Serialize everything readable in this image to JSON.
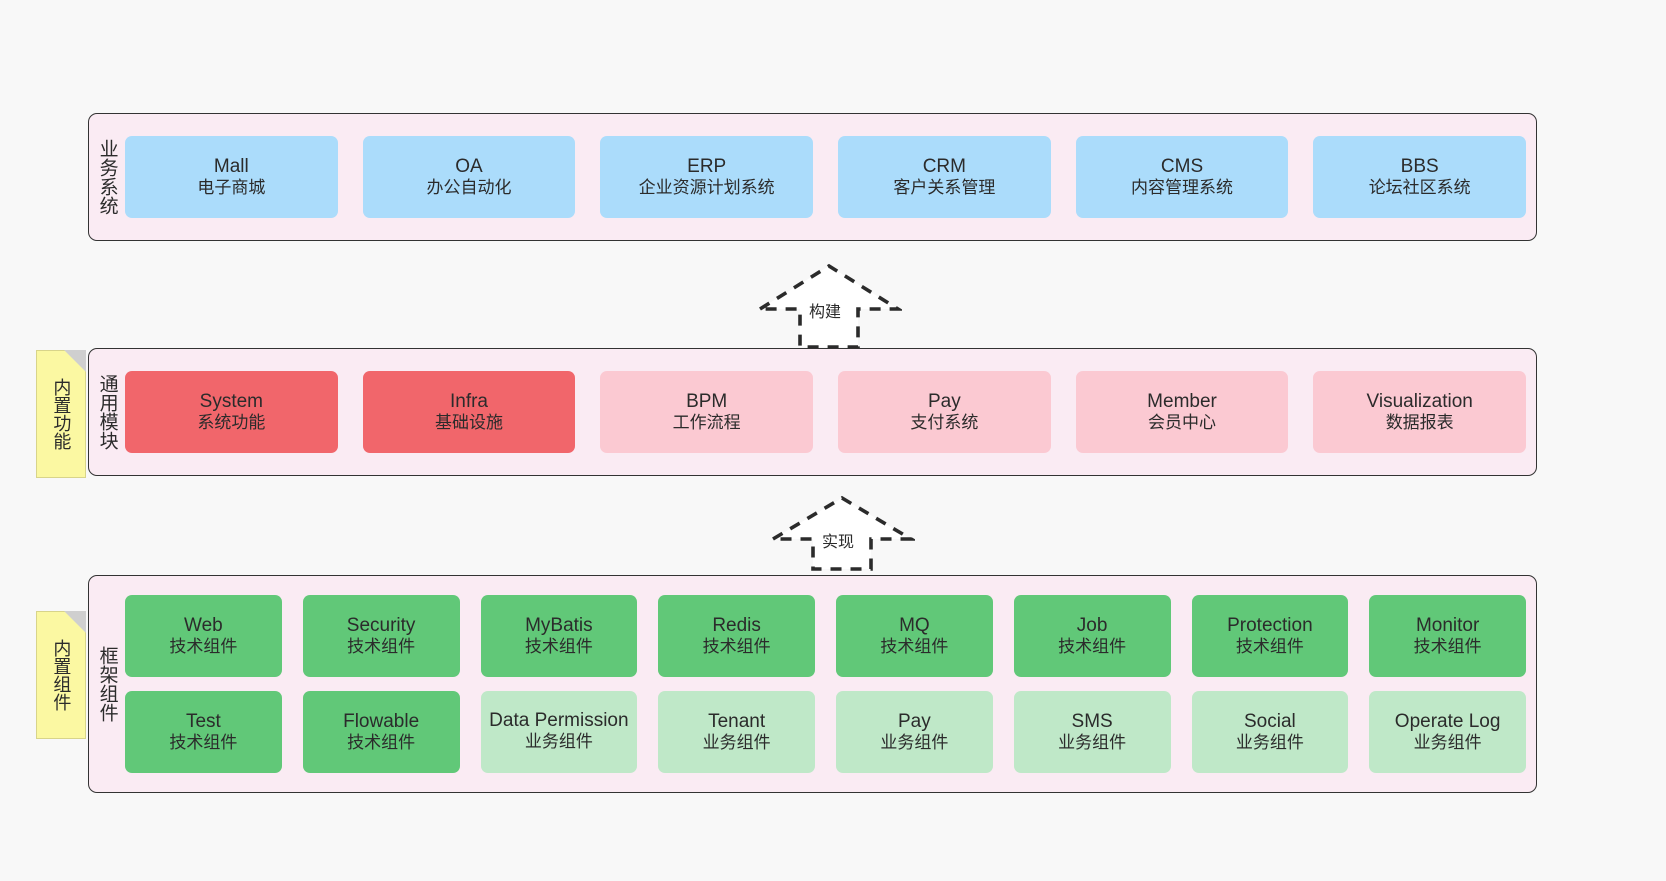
{
  "diagram": {
    "background": "#f8f8f8",
    "panel_bg": "#faebf3",
    "note_bg": "#fbf8a2",
    "colors": {
      "business": "#abdcfb",
      "module_core": "#f1666b",
      "module_optional": "#fbc9d2",
      "tech_component": "#61c878",
      "biz_component": "#bfe8c8"
    }
  },
  "layers": [
    {
      "id": "business-system",
      "title": "业务系统",
      "rows": [
        {
          "boxes": [
            {
              "en": "Mall",
              "cn": "电子商城",
              "style": "blue"
            },
            {
              "en": "OA",
              "cn": "办公自动化",
              "style": "blue"
            },
            {
              "en": "ERP",
              "cn": "企业资源计划系统",
              "style": "blue"
            },
            {
              "en": "CRM",
              "cn": "客户关系管理",
              "style": "blue"
            },
            {
              "en": "CMS",
              "cn": "内容管理系统",
              "style": "blue"
            },
            {
              "en": "BBS",
              "cn": "论坛社区系统",
              "style": "blue"
            }
          ]
        }
      ]
    },
    {
      "id": "common-module",
      "title": "通用模块",
      "note": "内置功能",
      "rows": [
        {
          "boxes": [
            {
              "en": "System",
              "cn": "系统功能",
              "style": "red"
            },
            {
              "en": "Infra",
              "cn": "基础设施",
              "style": "red"
            },
            {
              "en": "BPM",
              "cn": "工作流程",
              "style": "pink"
            },
            {
              "en": "Pay",
              "cn": "支付系统",
              "style": "pink"
            },
            {
              "en": "Member",
              "cn": "会员中心",
              "style": "pink"
            },
            {
              "en": "Visualization",
              "cn": "数据报表",
              "style": "pink"
            }
          ]
        }
      ]
    },
    {
      "id": "framework-component",
      "title": "框架组件",
      "note": "内置组件",
      "rows": [
        {
          "boxes": [
            {
              "en": "Web",
              "cn": "技术组件",
              "style": "green"
            },
            {
              "en": "Security",
              "cn": "技术组件",
              "style": "green"
            },
            {
              "en": "MyBatis",
              "cn": "技术组件",
              "style": "green"
            },
            {
              "en": "Redis",
              "cn": "技术组件",
              "style": "green"
            },
            {
              "en": "MQ",
              "cn": "技术组件",
              "style": "green"
            },
            {
              "en": "Job",
              "cn": "技术组件",
              "style": "green"
            },
            {
              "en": "Protection",
              "cn": "技术组件",
              "style": "green"
            },
            {
              "en": "Monitor",
              "cn": "技术组件",
              "style": "green"
            }
          ]
        },
        {
          "boxes": [
            {
              "en": "Test",
              "cn": "技术组件",
              "style": "green"
            },
            {
              "en": "Flowable",
              "cn": "技术组件",
              "style": "green"
            },
            {
              "en": "Data Permission",
              "cn": "业务组件",
              "style": "lgreen"
            },
            {
              "en": "Tenant",
              "cn": "业务组件",
              "style": "lgreen"
            },
            {
              "en": "Pay",
              "cn": "业务组件",
              "style": "lgreen"
            },
            {
              "en": "SMS",
              "cn": "业务组件",
              "style": "lgreen"
            },
            {
              "en": "Social",
              "cn": "业务组件",
              "style": "lgreen"
            },
            {
              "en": "Operate Log",
              "cn": "业务组件",
              "style": "lgreen"
            }
          ]
        }
      ]
    }
  ],
  "connectors": [
    {
      "id": "build",
      "label": "构建",
      "from": "common-module",
      "to": "business-system"
    },
    {
      "id": "implement",
      "label": "实现",
      "from": "framework-component",
      "to": "common-module"
    }
  ]
}
